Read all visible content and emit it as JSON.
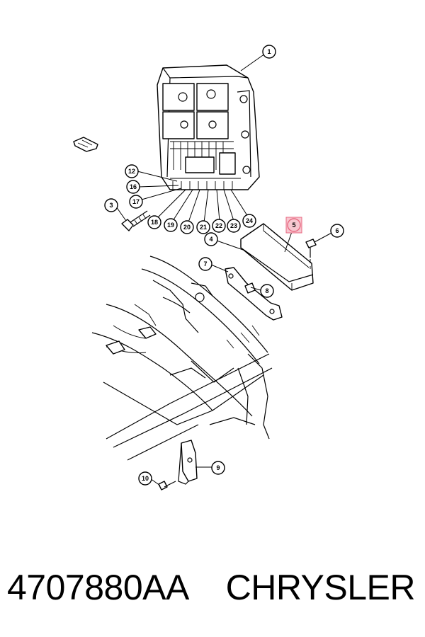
{
  "callouts": [
    {
      "label": "1"
    },
    {
      "label": "3"
    },
    {
      "label": "4"
    },
    {
      "label": "5"
    },
    {
      "label": "6"
    },
    {
      "label": "7"
    },
    {
      "label": "8"
    },
    {
      "label": "9"
    },
    {
      "label": "10"
    },
    {
      "label": "12"
    },
    {
      "label": "16"
    },
    {
      "label": "17"
    },
    {
      "label": "18"
    },
    {
      "label": "19"
    },
    {
      "label": "20"
    },
    {
      "label": "21"
    },
    {
      "label": "22"
    },
    {
      "label": "23"
    },
    {
      "label": "24"
    }
  ],
  "highlight_color": "#f7c7d0",
  "caption": {
    "part_number": "4707880AA",
    "brand": "CHRYSLER"
  }
}
